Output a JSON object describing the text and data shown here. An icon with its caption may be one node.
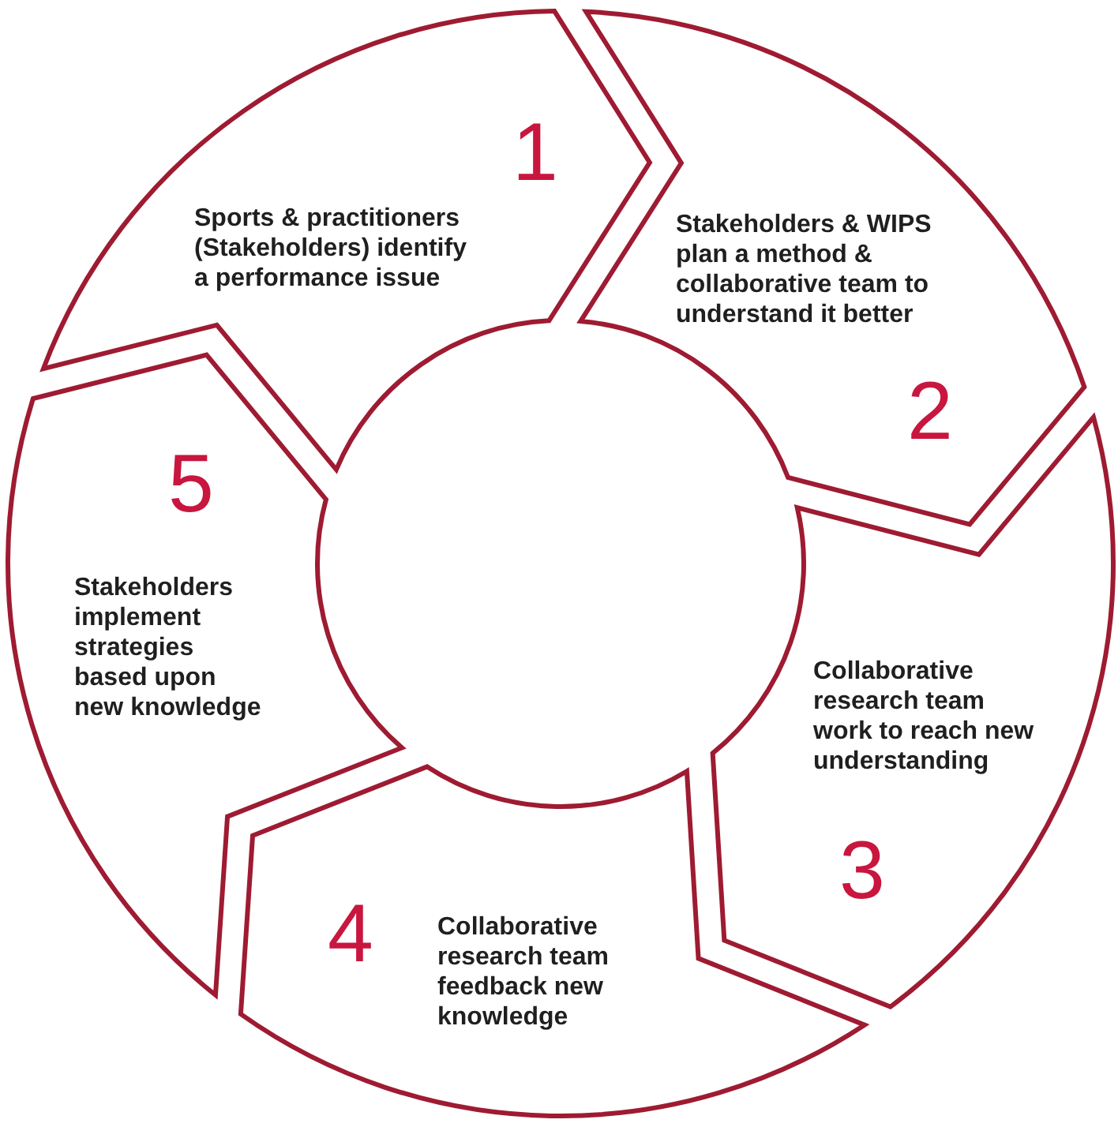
{
  "diagram": {
    "nodes": [
      {
        "text": [
          "1",
          "Sports & practitioners (Stakeholders) identify a performance issue"
        ]
      },
      {
        "text": [
          "Stakeholders & WIPS plan a method & collaborative team to understand it better",
          "2"
        ]
      },
      {
        "text": [
          "Collaborative research team work to reach new understanding",
          "3"
        ]
      },
      {
        "text": [
          "4",
          "Collaborative research team feedback new knowledge"
        ]
      },
      {
        "text": [
          "5",
          "Stakeholders implement strategies based upon new knowledge"
        ]
      }
    ]
  }
}
